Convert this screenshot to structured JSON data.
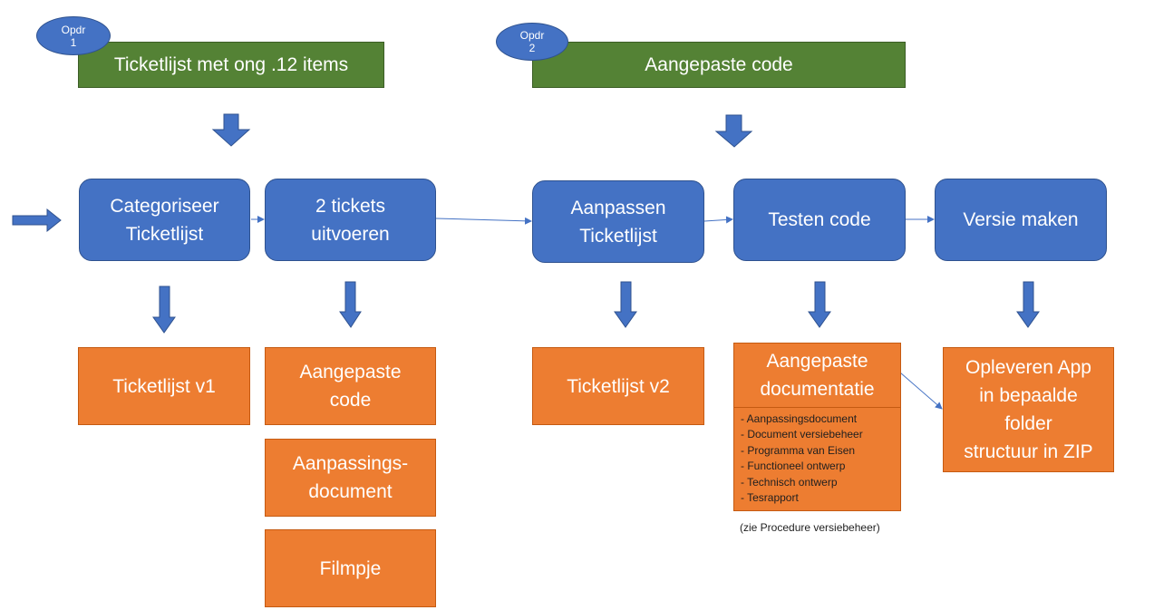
{
  "assignments": {
    "opdr1": {
      "badge": "Opdr\n1",
      "title": "Ticketlijst met ong .12 items"
    },
    "opdr2": {
      "badge": "Opdr\n2",
      "title": "Aangepaste code"
    }
  },
  "process_steps": [
    "Categoriseer\nTicketlijst",
    "2 tickets\nuitvoeren",
    "Aanpassen\nTicketlijst",
    "Testen code",
    "Versie maken"
  ],
  "deliverables": {
    "ticketlijst_v1": "Ticketlijst v1",
    "aangepaste_code": "Aangepaste\ncode",
    "aanpassingsdocument": "Aanpassings-\ndocument",
    "filmpje": "Filmpje",
    "ticketlijst_v2": "Ticketlijst v2",
    "aangepaste_documentatie": {
      "title": "Aangepaste\ndocumentatie",
      "items": [
        "- Aanpassingsdocument",
        "- Document versiebeheer",
        "- Programma van Eisen",
        "- Functioneel ontwerp",
        "- Technisch ontwerp",
        "- Tesrapport"
      ],
      "note": "(zie Procedure versiebeheer)"
    },
    "opleveren": "Opleveren App\nin bepaalde\nfolder\nstructuur in ZIP"
  },
  "colors": {
    "green": "#548235",
    "blue": "#4472c4",
    "orange": "#ed7d31",
    "connector": "#4472c4"
  }
}
